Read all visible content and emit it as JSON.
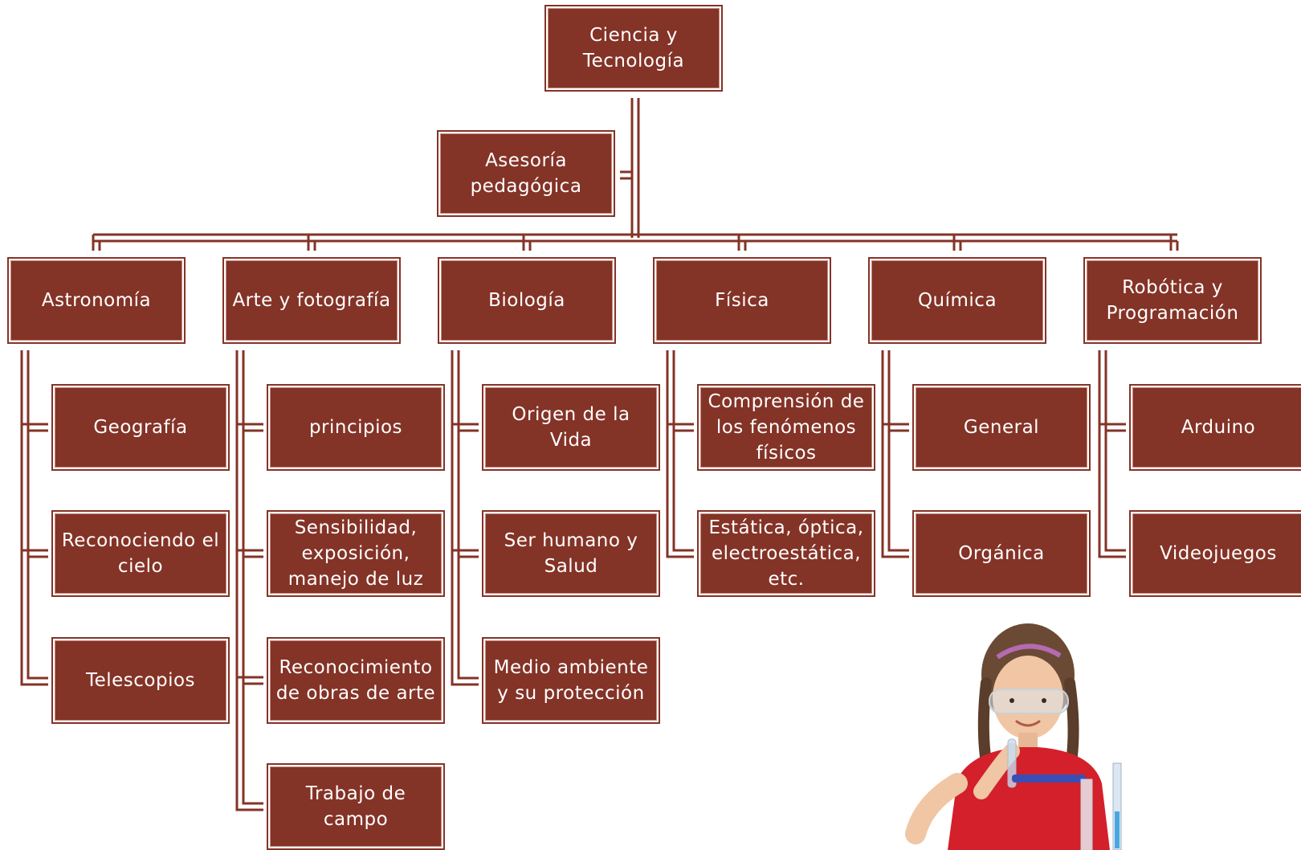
{
  "colors": {
    "node_fill": "#843327",
    "node_border": "#c98b80",
    "text": "#ffffff"
  },
  "root": {
    "label": "Ciencia y Tecnología"
  },
  "advisory": {
    "label": "Asesoría pedagógica"
  },
  "categories": [
    {
      "label": "Astronomía",
      "items": [
        "Geografía",
        "Reconociendo el cielo",
        "Telescopios"
      ]
    },
    {
      "label": "Arte y fotografía",
      "items": [
        "principios",
        "Sensibilidad, exposición, manejo de luz",
        "Reconocimiento de obras de arte",
        "Trabajo de campo"
      ]
    },
    {
      "label": "Biología",
      "items": [
        "Origen de la Vida",
        "Ser humano y Salud",
        "Medio ambiente y su protección"
      ]
    },
    {
      "label": "Física",
      "items": [
        "Comprensión de los fenómenos físicos",
        "Estática, óptica, electroestática, etc."
      ]
    },
    {
      "label": "Química",
      "items": [
        "General",
        "Orgánica"
      ]
    },
    {
      "label": "Robótica y Programación",
      "items": [
        "Arduino",
        "Videojuegos"
      ]
    }
  ]
}
